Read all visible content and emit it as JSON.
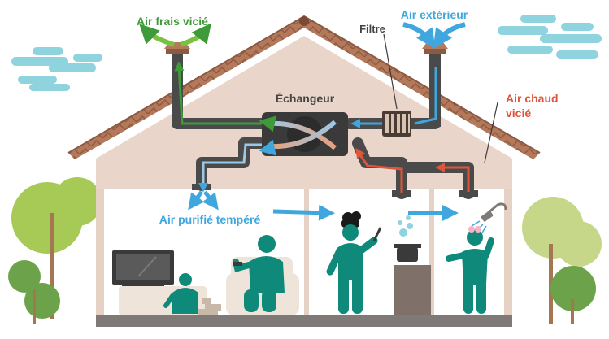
{
  "labels": {
    "stale_air": "Air frais vicié",
    "outside_air": "Air extérieur",
    "filter": "Filtre",
    "exchanger": "Échangeur",
    "warm_stale_air": "Air chaud",
    "warm_stale_air_2": "vicié",
    "purified_air": "Air purifié tempéré"
  },
  "colors": {
    "stale_air": "#3f9a3a",
    "outside_air": "#3fa7de",
    "warm_stale_air": "#e0553a",
    "purified_air": "#3fa7de",
    "filter": "#3a3a3a",
    "exchanger": "#3a3a3a",
    "duct": "#4a4a4a",
    "roof": "#b0785c",
    "wall": "#e9d5c9",
    "figures": "#0f8a7a"
  },
  "icons": [
    "cloud-icon",
    "tree-icon",
    "person-icon",
    "tv-icon",
    "shower-icon",
    "pot-icon",
    "heat-exchanger-icon",
    "filter-icon"
  ]
}
